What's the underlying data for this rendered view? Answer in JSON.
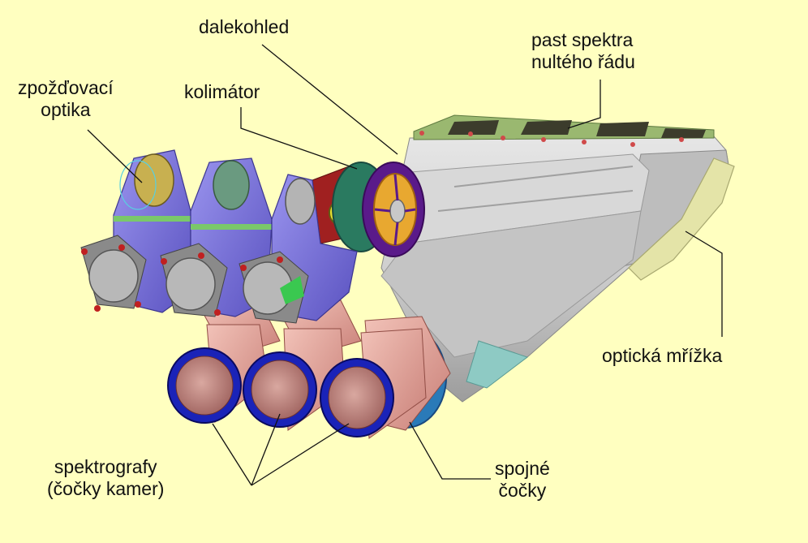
{
  "labels": {
    "dalekohled": "dalekohled",
    "past_line1": "past spektra",
    "past_line2": "nultého řádu",
    "zpozdovaci_line1": "zpožďovací",
    "zpozdovaci_line2": "optika",
    "kolimator": "kolimátor",
    "mrizka": "optická mřížka",
    "spektrografy_line1": "spektrografy",
    "spektrografy_line2": "(čočky kamer)",
    "spojne_line1": "spojné",
    "spojne_line2": "čočky"
  },
  "colors": {
    "background": "#ffffc0",
    "body_grey": "#c8c8c8",
    "purple": "#7a74d8",
    "pink": "#e8a8a0",
    "blue_ring": "#1a23b8",
    "green_trap": "#8aa860",
    "grating": "#e0e0a8",
    "purple_ring": "#5a1a8a",
    "orange": "#e8a830"
  }
}
